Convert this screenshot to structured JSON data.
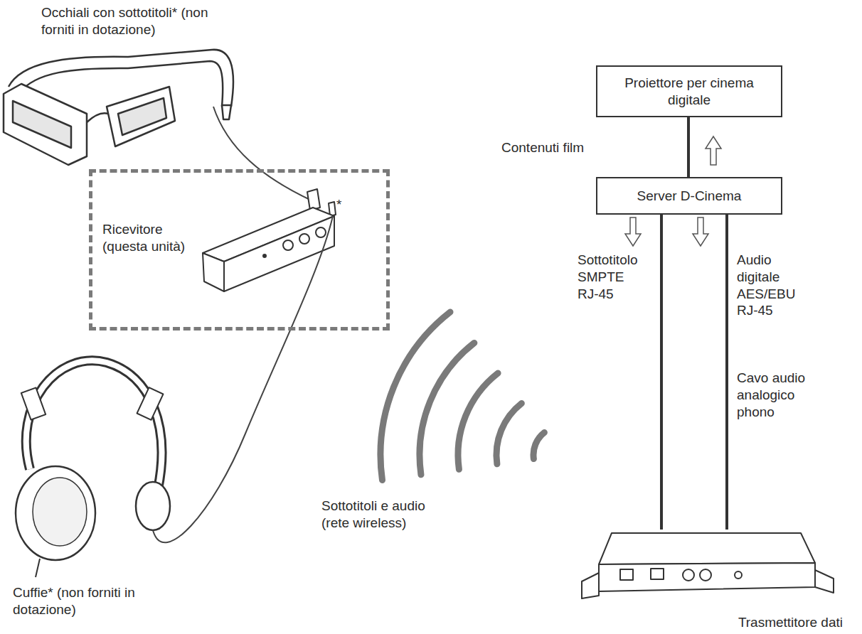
{
  "diagram": {
    "nodes": [
      {
        "text": [
          "Proiettore per cinema digitale"
        ]
      },
      {
        "text": [
          "Ricevitore (questa unità)"
        ]
      },
      {
        "text": [
          "Server D-Cinema"
        ]
      },
      {
        "text": [
          "Trasmettitore dati"
        ]
      }
    ],
    "edges": [
      {
        "from": 2,
        "to": 0,
        "arrow": "to",
        "label": "Contenuti film"
      },
      {
        "from": 2,
        "to": 3,
        "arrow": "to",
        "label": "Sottotitolo SMPTE RJ-45"
      },
      {
        "from": 2,
        "to": 3,
        "arrow": "to",
        "label": "Audio digitale AES/EBU RJ-45"
      }
    ],
    "labels": [
      "Occhiali con sottotitoli* (non forniti in dotazione)",
      "*",
      "Cuffie* (non forniti in dotazione)",
      "Sottotitoli e audio (rete wireless)",
      "Cavo audio analogico phono"
    ]
  }
}
